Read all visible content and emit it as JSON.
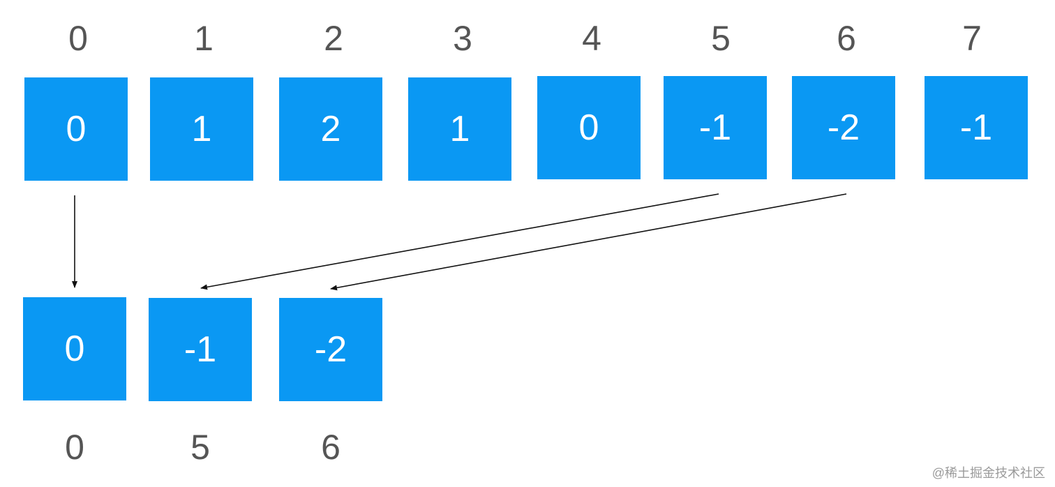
{
  "top_row": {
    "indices": [
      "0",
      "1",
      "2",
      "3",
      "4",
      "5",
      "6",
      "7"
    ],
    "values": [
      "0",
      "1",
      "2",
      "1",
      "0",
      "-1",
      "-2",
      "-1"
    ]
  },
  "bottom_row": {
    "values": [
      "0",
      "-1",
      "-2"
    ],
    "indices": [
      "0",
      "5",
      "6"
    ]
  },
  "colors": {
    "box_fill": "#0a98f3",
    "box_text": "#ffffff",
    "index_text": "#555555",
    "arrow": "#111111"
  },
  "watermark": "@稀土掘金技术社区"
}
